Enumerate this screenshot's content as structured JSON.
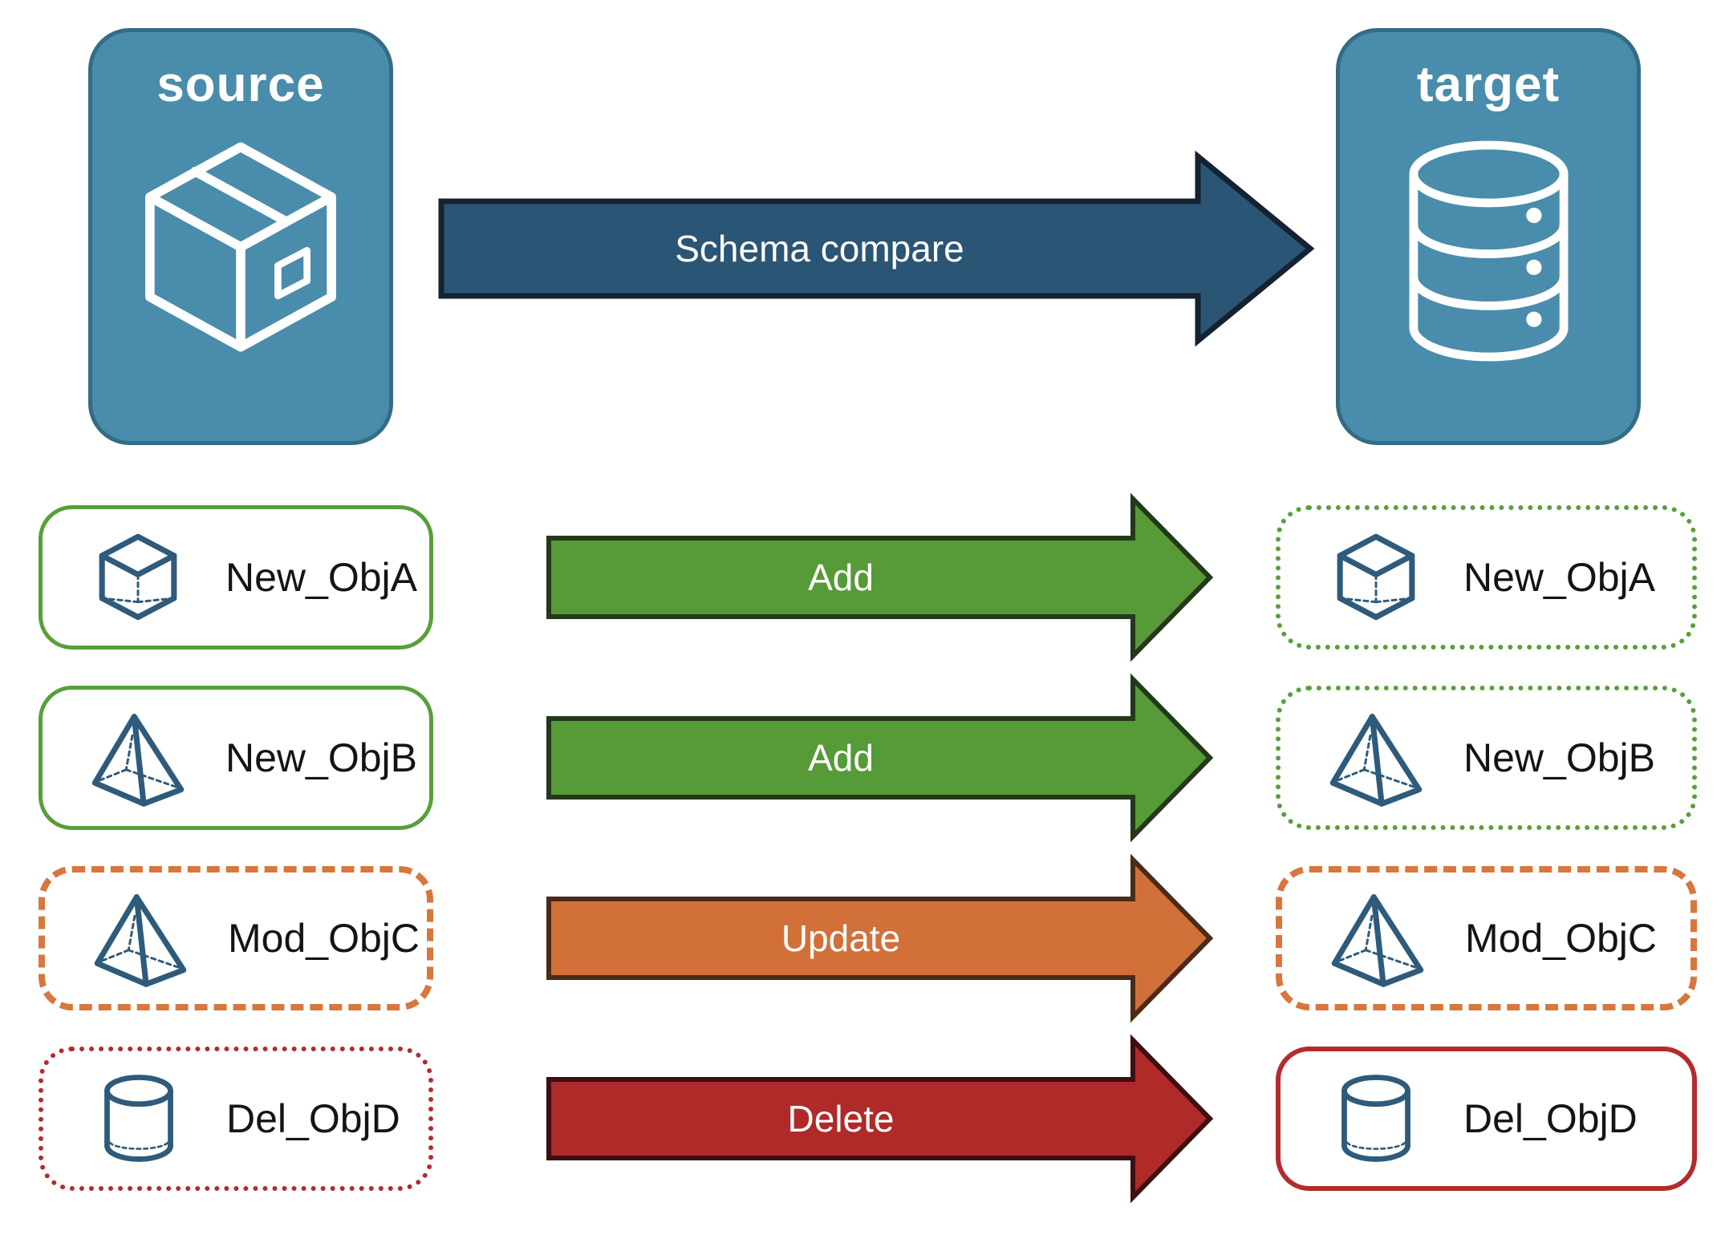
{
  "diagram": {
    "source": {
      "label": "source",
      "icon": "package-icon"
    },
    "target": {
      "label": "target",
      "icon": "database-icon"
    },
    "compare_arrow": {
      "label": "Schema compare"
    },
    "rows": [
      {
        "name": "New_ObjA",
        "action": "Add",
        "icon": "cube-icon",
        "source_box_style": "green-solid",
        "target_box_style": "green-dotted"
      },
      {
        "name": "New_ObjB",
        "action": "Add",
        "icon": "pyramid-icon",
        "source_box_style": "green-solid",
        "target_box_style": "green-dotted"
      },
      {
        "name": "Mod_ObjC",
        "action": "Update",
        "icon": "pyramid-icon",
        "source_box_style": "orange-dashed",
        "target_box_style": "orange-dashed"
      },
      {
        "name": "Del_ObjD",
        "action": "Delete",
        "icon": "cylinder-icon",
        "source_box_style": "red-dotted",
        "target_box_style": "red-solid"
      }
    ],
    "colors": {
      "node_fill": "#4A8CAB",
      "node_border": "#346B85",
      "compare_arrow_fill": "#2B5574",
      "compare_arrow_stroke": "#152232",
      "add_arrow_fill": "#579A38",
      "add_arrow_stroke": "#24381A",
      "update_arrow_fill": "#D2703A",
      "update_arrow_stroke": "#4A2B17",
      "delete_arrow_fill": "#AF2A28",
      "delete_arrow_stroke": "#3D0F12",
      "green_border": "#57A038",
      "orange_border": "#D7773E",
      "red_border": "#B52A2B",
      "icon_blue": "#2E5B7C",
      "label_text": "#141414",
      "arrow_text": "#FFFFFF"
    }
  }
}
